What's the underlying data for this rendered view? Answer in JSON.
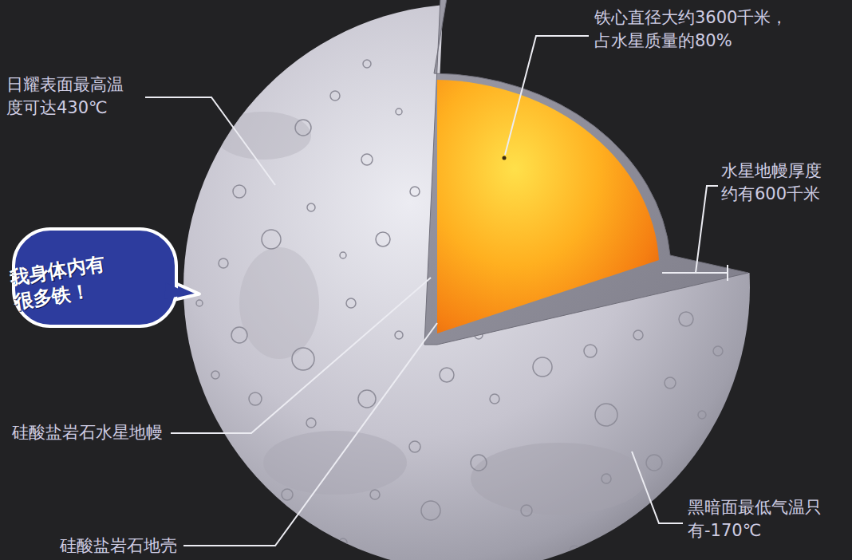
{
  "diagram": {
    "nodes": [
      {
        "text": [
          "我身体内有 很多铁！"
        ]
      }
    ],
    "labels": [
      "铁心直径大约3600千米， 占水星质量的80%",
      "日耀表面最高温 度可达430℃",
      "水星地幔厚度 约有600千米",
      "硅酸盐岩石水星地幔",
      "黑暗面最低气温只 有-170℃",
      "硅酸盐岩石地壳"
    ]
  }
}
